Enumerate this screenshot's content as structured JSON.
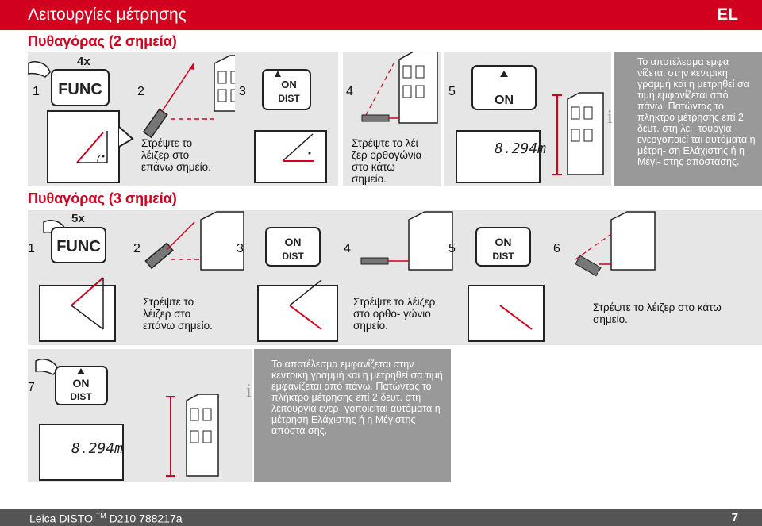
{
  "header": {
    "title": "Λειτουργίες μέτρησης",
    "lang": "EL"
  },
  "sections": {
    "pyth2": "Πυθαγόρας (2 σημεία)",
    "pyth3": "Πυθαγόρας (3 σημεία)"
  },
  "keys": {
    "func": "FUNC",
    "on": "ON",
    "dist": "DIST",
    "count4": "4x",
    "count5": "5x",
    "display": "8.294m"
  },
  "steps2": {
    "n1": "1",
    "n2": "2",
    "n3": "3",
    "n4": "4",
    "n5": "5",
    "cap2": "Στρέψτε το λέιζερ στο επάνω σημείο.",
    "cap4": "Στρέψτε το λέι ζερ ορθογώνια στο κάτω σημείο."
  },
  "steps3": {
    "n1": "1",
    "n2": "2",
    "n3": "3",
    "n4": "4",
    "n5": "5",
    "n6": "6",
    "n7": "7",
    "cap2": "Στρέψτε το λέιζερ στο επάνω σημείο.",
    "cap4": "Στρέψτε το λέιζερ στο ορθο- γώνιο σημείο.",
    "cap6": "Στρέψτε το λέιζερ στο κάτω σημείο."
  },
  "info1": {
    "icon": "i",
    "text": "Το αποτέλεσμα εμφα νίζεται στην κεντρική γραμμή και η μετρηθεί σα τιμή εμφανίζεται από πάνω. Πατώντας το πλήκτρο μέτρησης επί 2 δευτ. στη λει- τουργία ενεργοποιεί ται αυτόματα η μέτρη- ση Ελάχιστης ή η Μέγι- στης απόστασης."
  },
  "info2": {
    "icon": "i",
    "text": "Το αποτέλεσμα εμφανίζεται στην κεντρική γραμμή και η μετρηθεί σα τιμή εμφανίζεται από πάνω. Πατώντας το πλήκτρο μέτρησης επί 2 δευτ. στη λειτουργία ενερ- γοποιείται αυτόματα η μέτρηση Ελάχιστης ή η Μέγιστης απόστα σης."
  },
  "footer": {
    "brand": "Leica DISTO",
    "tm": "TM",
    "model": "D210 788217a",
    "page": "7"
  },
  "colors": {
    "red": "#d2001e",
    "panel": "#e6e6e6",
    "info": "#999999",
    "footer": "#555555"
  }
}
